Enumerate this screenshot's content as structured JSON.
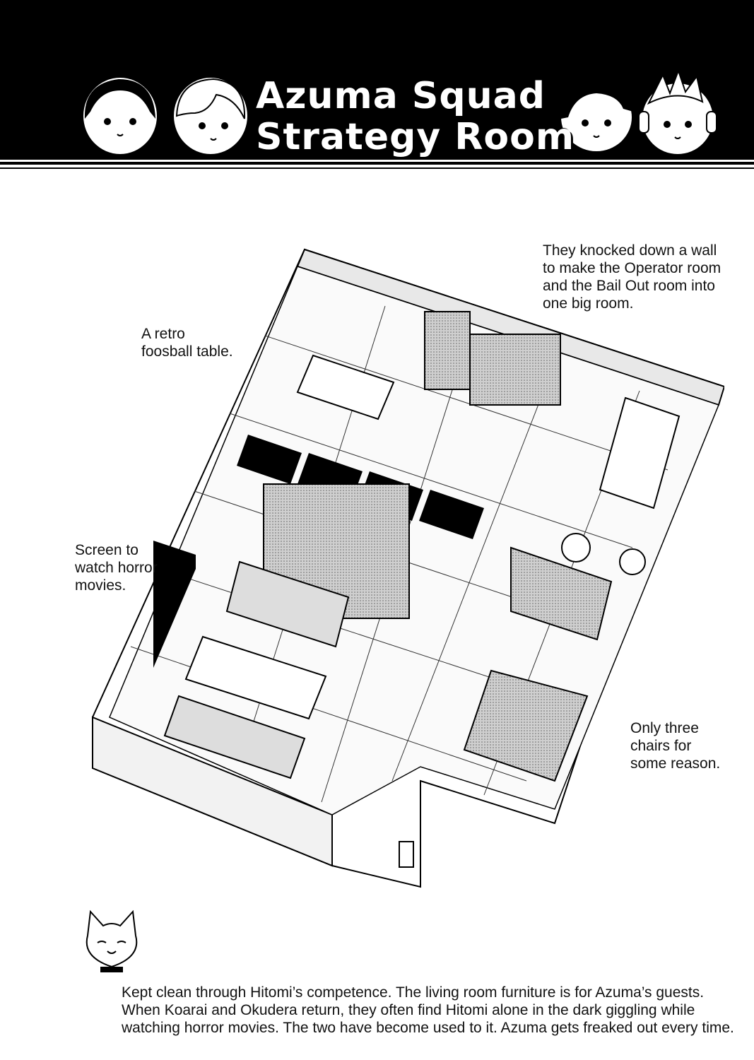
{
  "header": {
    "title_line1": "Azuma Squad",
    "title_line2": "Strategy Room"
  },
  "callouts": {
    "wall": "They knocked down a wall\nto make the Operator room\nand the Bail Out room into\none big room.",
    "foosball": "A retro\nfoosball table.",
    "screen": "Screen to\nwatch horror\nmovies.",
    "chairs": "Only three\nchairs for\nsome reason."
  },
  "footer": {
    "text": "Kept clean through Hitomi’s competence. The living room furniture is for Azuma’s guests. When Koarai and Okudera return, they often find Hitomi alone in the dark giggling while watching horror movies. The two have become used to it. Azuma gets freaked out every time."
  }
}
